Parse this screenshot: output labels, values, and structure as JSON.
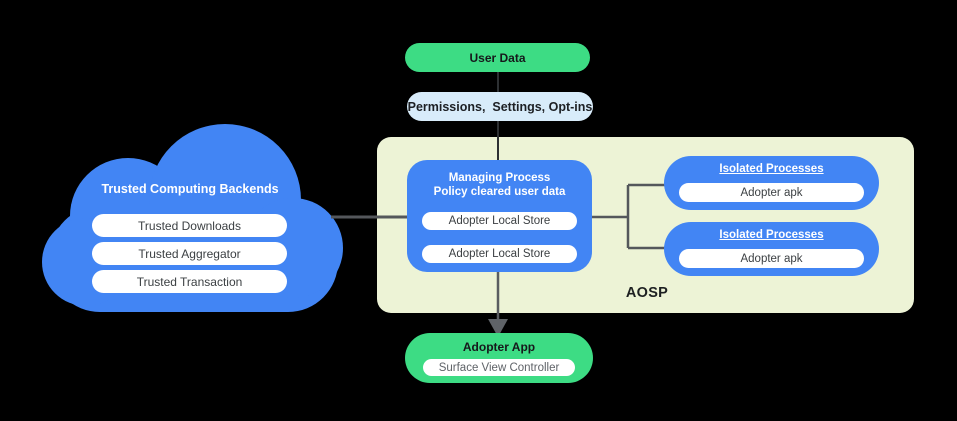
{
  "colors": {
    "background": "#000000",
    "cloud_blue": "#4285F4",
    "process_blue": "#4285F4",
    "android_green": "#3DDC84",
    "light_blue": "#D8ECFA",
    "aosp_background": "#EDF3D6",
    "connector_gray": "#5A5D61",
    "text_dark": "#202124",
    "text_gray": "#5F6368"
  },
  "top_flow": {
    "user_data": "User Data",
    "permissions": "Permissions,  Settings, Opt-ins"
  },
  "cloud": {
    "title": "Trusted Computing Backends",
    "items": [
      "Trusted Downloads",
      "Trusted Aggregator",
      "Trusted Transaction"
    ]
  },
  "aosp": {
    "label": "AOSP",
    "managing_process": {
      "title_line1": "Managing Process",
      "title_line2": "Policy cleared user data",
      "stores": [
        "Adopter Local Store",
        "Adopter Local Store"
      ]
    },
    "isolated_processes": [
      {
        "title": "Isolated Processes",
        "item": "Adopter apk"
      },
      {
        "title": "Isolated Processes",
        "item": "Adopter apk"
      }
    ]
  },
  "adopter_app": {
    "title": "Adopter App",
    "item": "Surface View Controller"
  }
}
